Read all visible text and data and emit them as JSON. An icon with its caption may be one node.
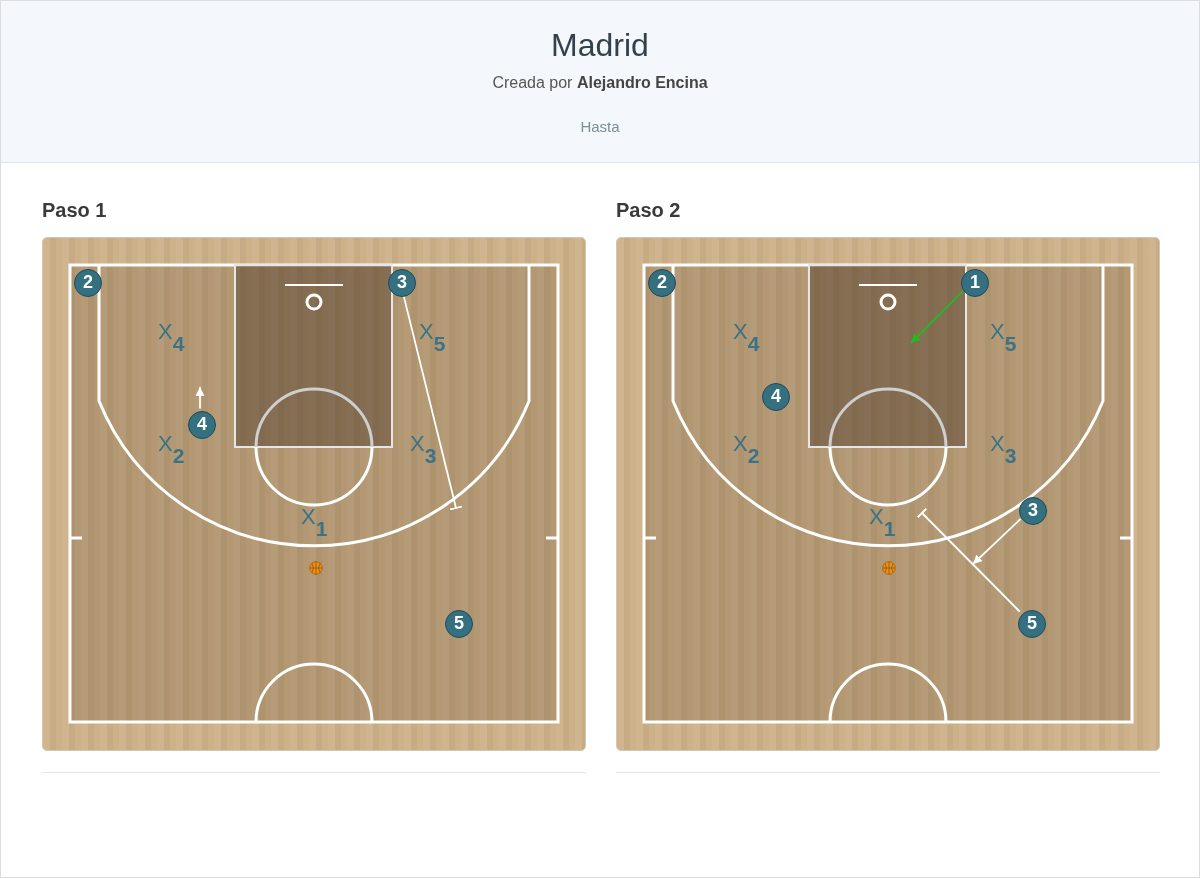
{
  "diagram": {
    "title": "Madrid",
    "nodes": [
      {
        "text": [
          "Paso 1"
        ]
      },
      {
        "text": [
          "2"
        ],
        "in": 0
      },
      {
        "text": [
          "3"
        ],
        "in": 0
      },
      {
        "text": [
          "4"
        ],
        "in": 0
      },
      {
        "text": [
          "5"
        ],
        "in": 0
      },
      {
        "text": [
          "Paso 2"
        ]
      },
      {
        "text": [
          "2"
        ],
        "in": 5
      },
      {
        "text": [
          "1"
        ],
        "in": 5
      },
      {
        "text": [
          "4"
        ],
        "in": 5
      },
      {
        "text": [
          "3"
        ],
        "in": 5
      },
      {
        "text": [
          "5"
        ],
        "in": 5
      }
    ],
    "edges": [
      {
        "from": 2,
        "to": null,
        "arrow": "other"
      },
      {
        "from": 3,
        "to": null,
        "arrow": "to"
      },
      {
        "from": 7,
        "to": null,
        "arrow": "to",
        "color": "#22bb22"
      },
      {
        "from": 9,
        "to": null,
        "arrow": "to"
      },
      {
        "from": 10,
        "to": null,
        "arrow": "other"
      }
    ],
    "labels": [
      "Creada por **Alejandro Encina**",
      "Hasta",
      "X$_{4}$",
      "X$_{5}$",
      "X$_{2}$",
      "X$_{3}$",
      "X$_{1}$",
      "X$_{4}$",
      "X$_{5}$",
      "X$_{2}$",
      "X$_{3}$",
      "X$_{1}$"
    ]
  }
}
